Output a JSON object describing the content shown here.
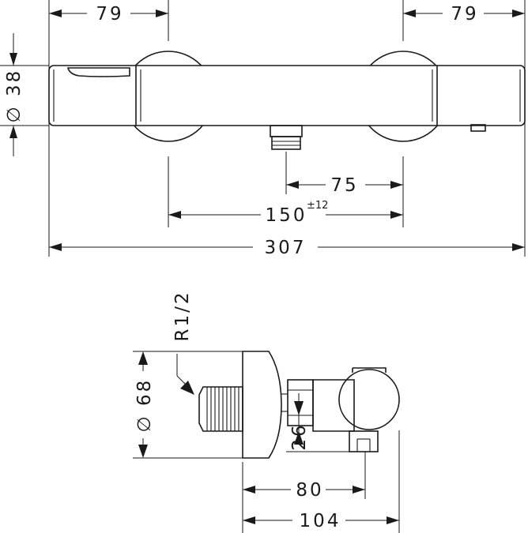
{
  "dimensions": {
    "left_offset": "79",
    "right_offset": "79",
    "body_diameter": "∅ 38",
    "outlet_offset": "75",
    "center_distance": "150",
    "center_tolerance": "±12",
    "overall_length": "307",
    "thread_size": "R1/2",
    "escutcheon_diameter": "∅ 68",
    "outlet_height": "26",
    "outlet_projection": "80",
    "total_projection": "104"
  }
}
